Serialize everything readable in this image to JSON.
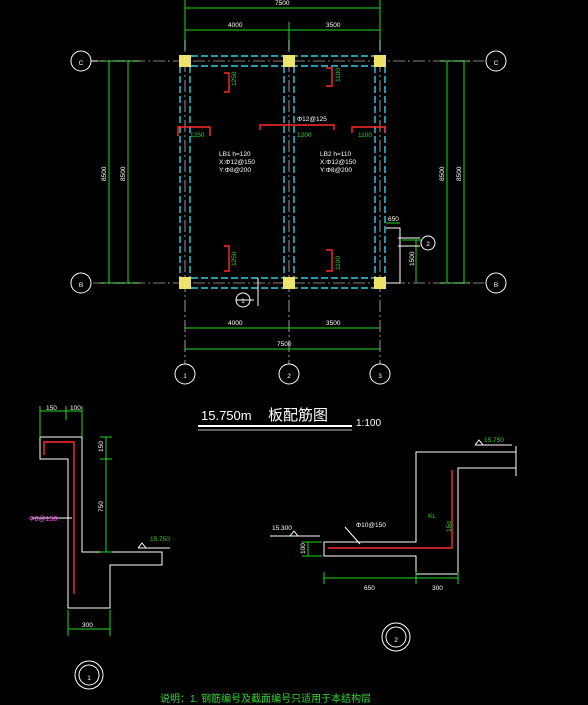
{
  "plan": {
    "axes": {
      "axis_c": "C",
      "axis_b": "B",
      "axis_1": "1",
      "axis_2": "2",
      "axis_3": "3"
    },
    "dims": {
      "top_total": "7500",
      "top_left": "4000",
      "top_right": "3500",
      "bottom_left": "4000",
      "bottom_right": "3500",
      "bottom_total": "7500",
      "left_outer": "8500",
      "left_inner": "8500",
      "right_inner": "8500",
      "right_outer": "8500",
      "cantilever_w": "650",
      "cantilever_h": "1500"
    },
    "rebar": {
      "top_left": "1250",
      "top_mid": "1100",
      "mid_left": "1250",
      "mid_center": "1200",
      "mid_right": "1100",
      "bottom_left": "1250",
      "bottom_mid": "1100",
      "spec": "Φ12@125"
    },
    "slab_left": {
      "name": "LB1 h=120",
      "x": "X:Φ12@150",
      "y": "Y:Φ8@200"
    },
    "slab_right": {
      "name": "LB2 h=110",
      "x": "X:Φ12@150",
      "y": "Y:Φ8@200"
    },
    "section_tags": {
      "s1": "1",
      "s2": "2"
    }
  },
  "title": {
    "elevation": "15.750m",
    "name": "板配筋图",
    "scale": "1:100"
  },
  "detail1": {
    "dim_top_a": "150",
    "dim_top_b": "100",
    "dim_side_a": "150",
    "dim_side_b": "750",
    "rebar": "Φ8@150",
    "level": "15.750",
    "dim_bottom": "300",
    "label": "1"
  },
  "detail2": {
    "level_top": "15.750",
    "level_bottom": "15.300",
    "dim_small": "100",
    "rebar": "Φ10@150",
    "beam": "KL",
    "anchor": "15d",
    "dim_left": "650",
    "dim_right": "300",
    "label": "2"
  },
  "note": {
    "text": "说明：1. 钢筋编号及截面编号只适用于本结构层"
  }
}
